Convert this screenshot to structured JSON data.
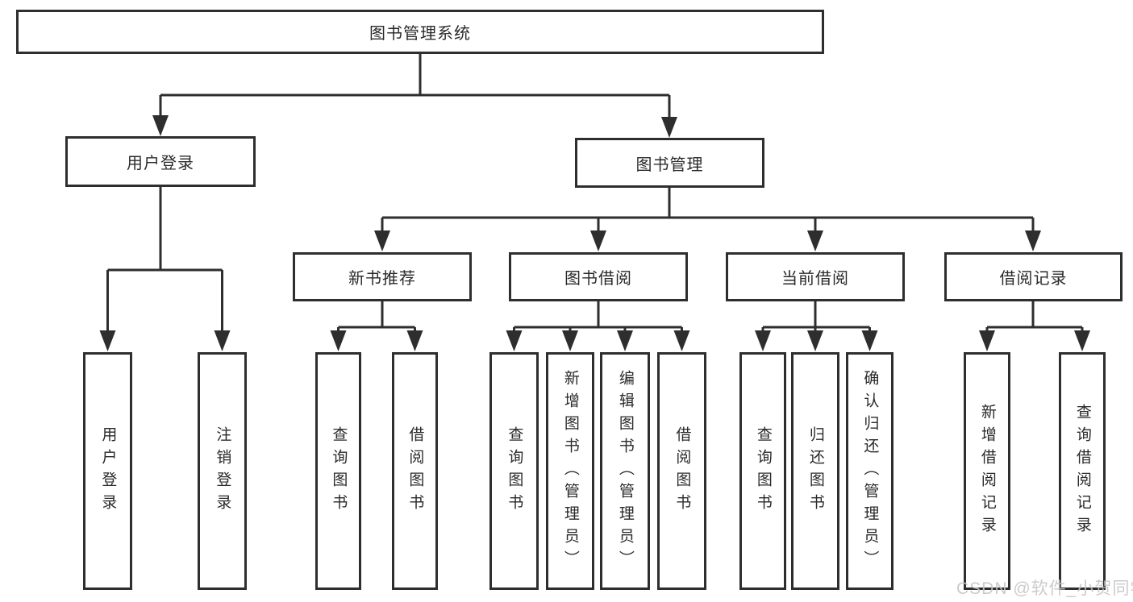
{
  "tree": {
    "root": "图书管理系统",
    "branches": [
      {
        "label": "用户登录",
        "children": [
          "用户登录",
          "注销登录"
        ]
      },
      {
        "label": "图书管理",
        "sections": [
          {
            "label": "新书推荐",
            "children": [
              "查询图书",
              "借阅图书"
            ]
          },
          {
            "label": "图书借阅",
            "children": [
              "查询图书",
              "新增图书（管理员）",
              "编辑图书（管理员）",
              "借阅图书"
            ]
          },
          {
            "label": "当前借阅",
            "children": [
              "查询图书",
              "归还图书",
              "确认归还（管理员）"
            ]
          },
          {
            "label": "借阅记录",
            "children": [
              "新增借阅记录",
              "查询借阅记录"
            ]
          }
        ]
      }
    ]
  },
  "watermark": "CSDN @软件_小贺同学",
  "colors": {
    "line": "#2e2e2e",
    "box_border": "#2e2e2e",
    "text": "#2a2a2a",
    "watermark": "#c6c6c6",
    "background": "#ffffff"
  }
}
